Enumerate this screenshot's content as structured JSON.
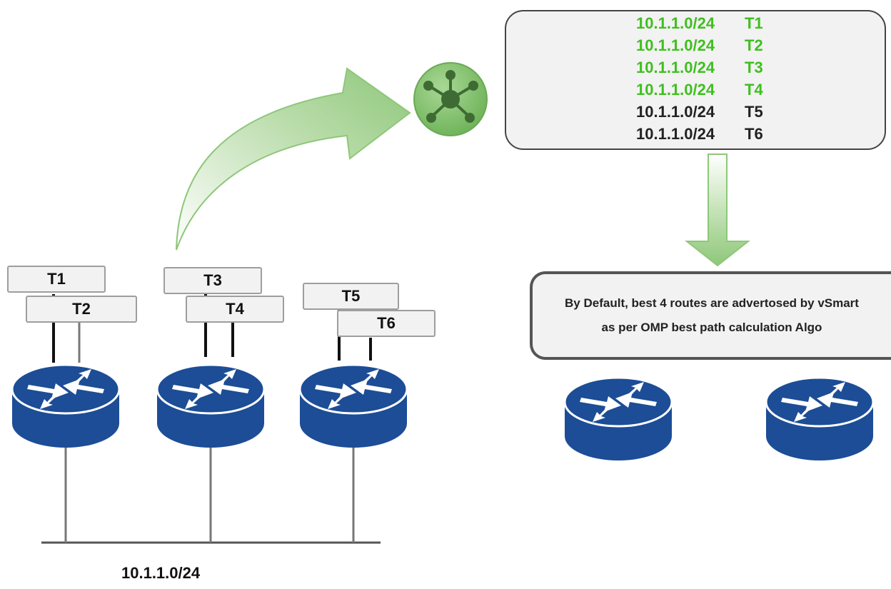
{
  "diagram": {
    "subnet_label": "10.1.1.0/24",
    "edge_routers": [
      {
        "tlocs": [
          "T1",
          "T2"
        ]
      },
      {
        "tlocs": [
          "T3",
          "T4"
        ]
      },
      {
        "tlocs": [
          "T5",
          "T6"
        ]
      }
    ],
    "controller_routes": [
      {
        "prefix": "10.1.1.0/24",
        "tloc": "T1",
        "advertised": true
      },
      {
        "prefix": "10.1.1.0/24",
        "tloc": "T2",
        "advertised": true
      },
      {
        "prefix": "10.1.1.0/24",
        "tloc": "T3",
        "advertised": true
      },
      {
        "prefix": "10.1.1.0/24",
        "tloc": "T4",
        "advertised": true
      },
      {
        "prefix": "10.1.1.0/24",
        "tloc": "T5",
        "advertised": false
      },
      {
        "prefix": "10.1.1.0/24",
        "tloc": "T6",
        "advertised": false
      }
    ],
    "note": {
      "line1": "By Default, best 4 routes are advertosed by vSmart",
      "line2": "as per OMP best path calculation Algo"
    },
    "colors": {
      "advertised": "#3fbf1f",
      "not_advertised": "#222222",
      "router_blue": "#1c4d96",
      "arrow_green": "#8ec77a",
      "controller_green": "#82c270"
    },
    "icons": [
      "router-icon",
      "vsmart-controller-icon"
    ]
  }
}
